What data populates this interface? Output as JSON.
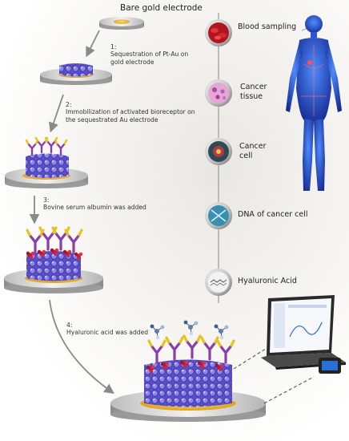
{
  "title": "Bare gold electrode",
  "steps": [
    {
      "num": "1:",
      "lines": [
        "Sequestration of Pt-Au on",
        "gold electrode"
      ]
    },
    {
      "num": "2:",
      "lines": [
        "Immobilization of activated bioreceptor on",
        "the sequestrated Au electrode"
      ]
    },
    {
      "num": "3:",
      "lines": [
        "Bovine serum albumin was added"
      ]
    },
    {
      "num": "4:",
      "lines": [
        "Hyaluronic acid was added"
      ]
    }
  ],
  "sources": [
    {
      "label": "Blood sampling",
      "icon": "blood-cells-icon"
    },
    {
      "label": "Cancer tissue",
      "lines": [
        "Cancer",
        "tissue"
      ],
      "icon": "tissue-icon"
    },
    {
      "label": "Cancer cell",
      "lines": [
        "Cancer",
        "cell"
      ],
      "icon": "cancer-cell-icon"
    },
    {
      "label": "DNA of cancer cell",
      "icon": "dna-icon"
    },
    {
      "label": "Hyaluronic Acid",
      "icon": "molecule-structure-icon"
    }
  ],
  "colors": {
    "gold": "#e8b21c",
    "disc": "#cfcfcf",
    "nanostructure": "#6f63d6",
    "antibody_purple": "#8a3fa8",
    "antibody_yellow": "#e9c21c",
    "bsa_red": "#c41a2a",
    "body_blue": "#2a4fd0",
    "arrow_gray": "#8a8a8a"
  }
}
